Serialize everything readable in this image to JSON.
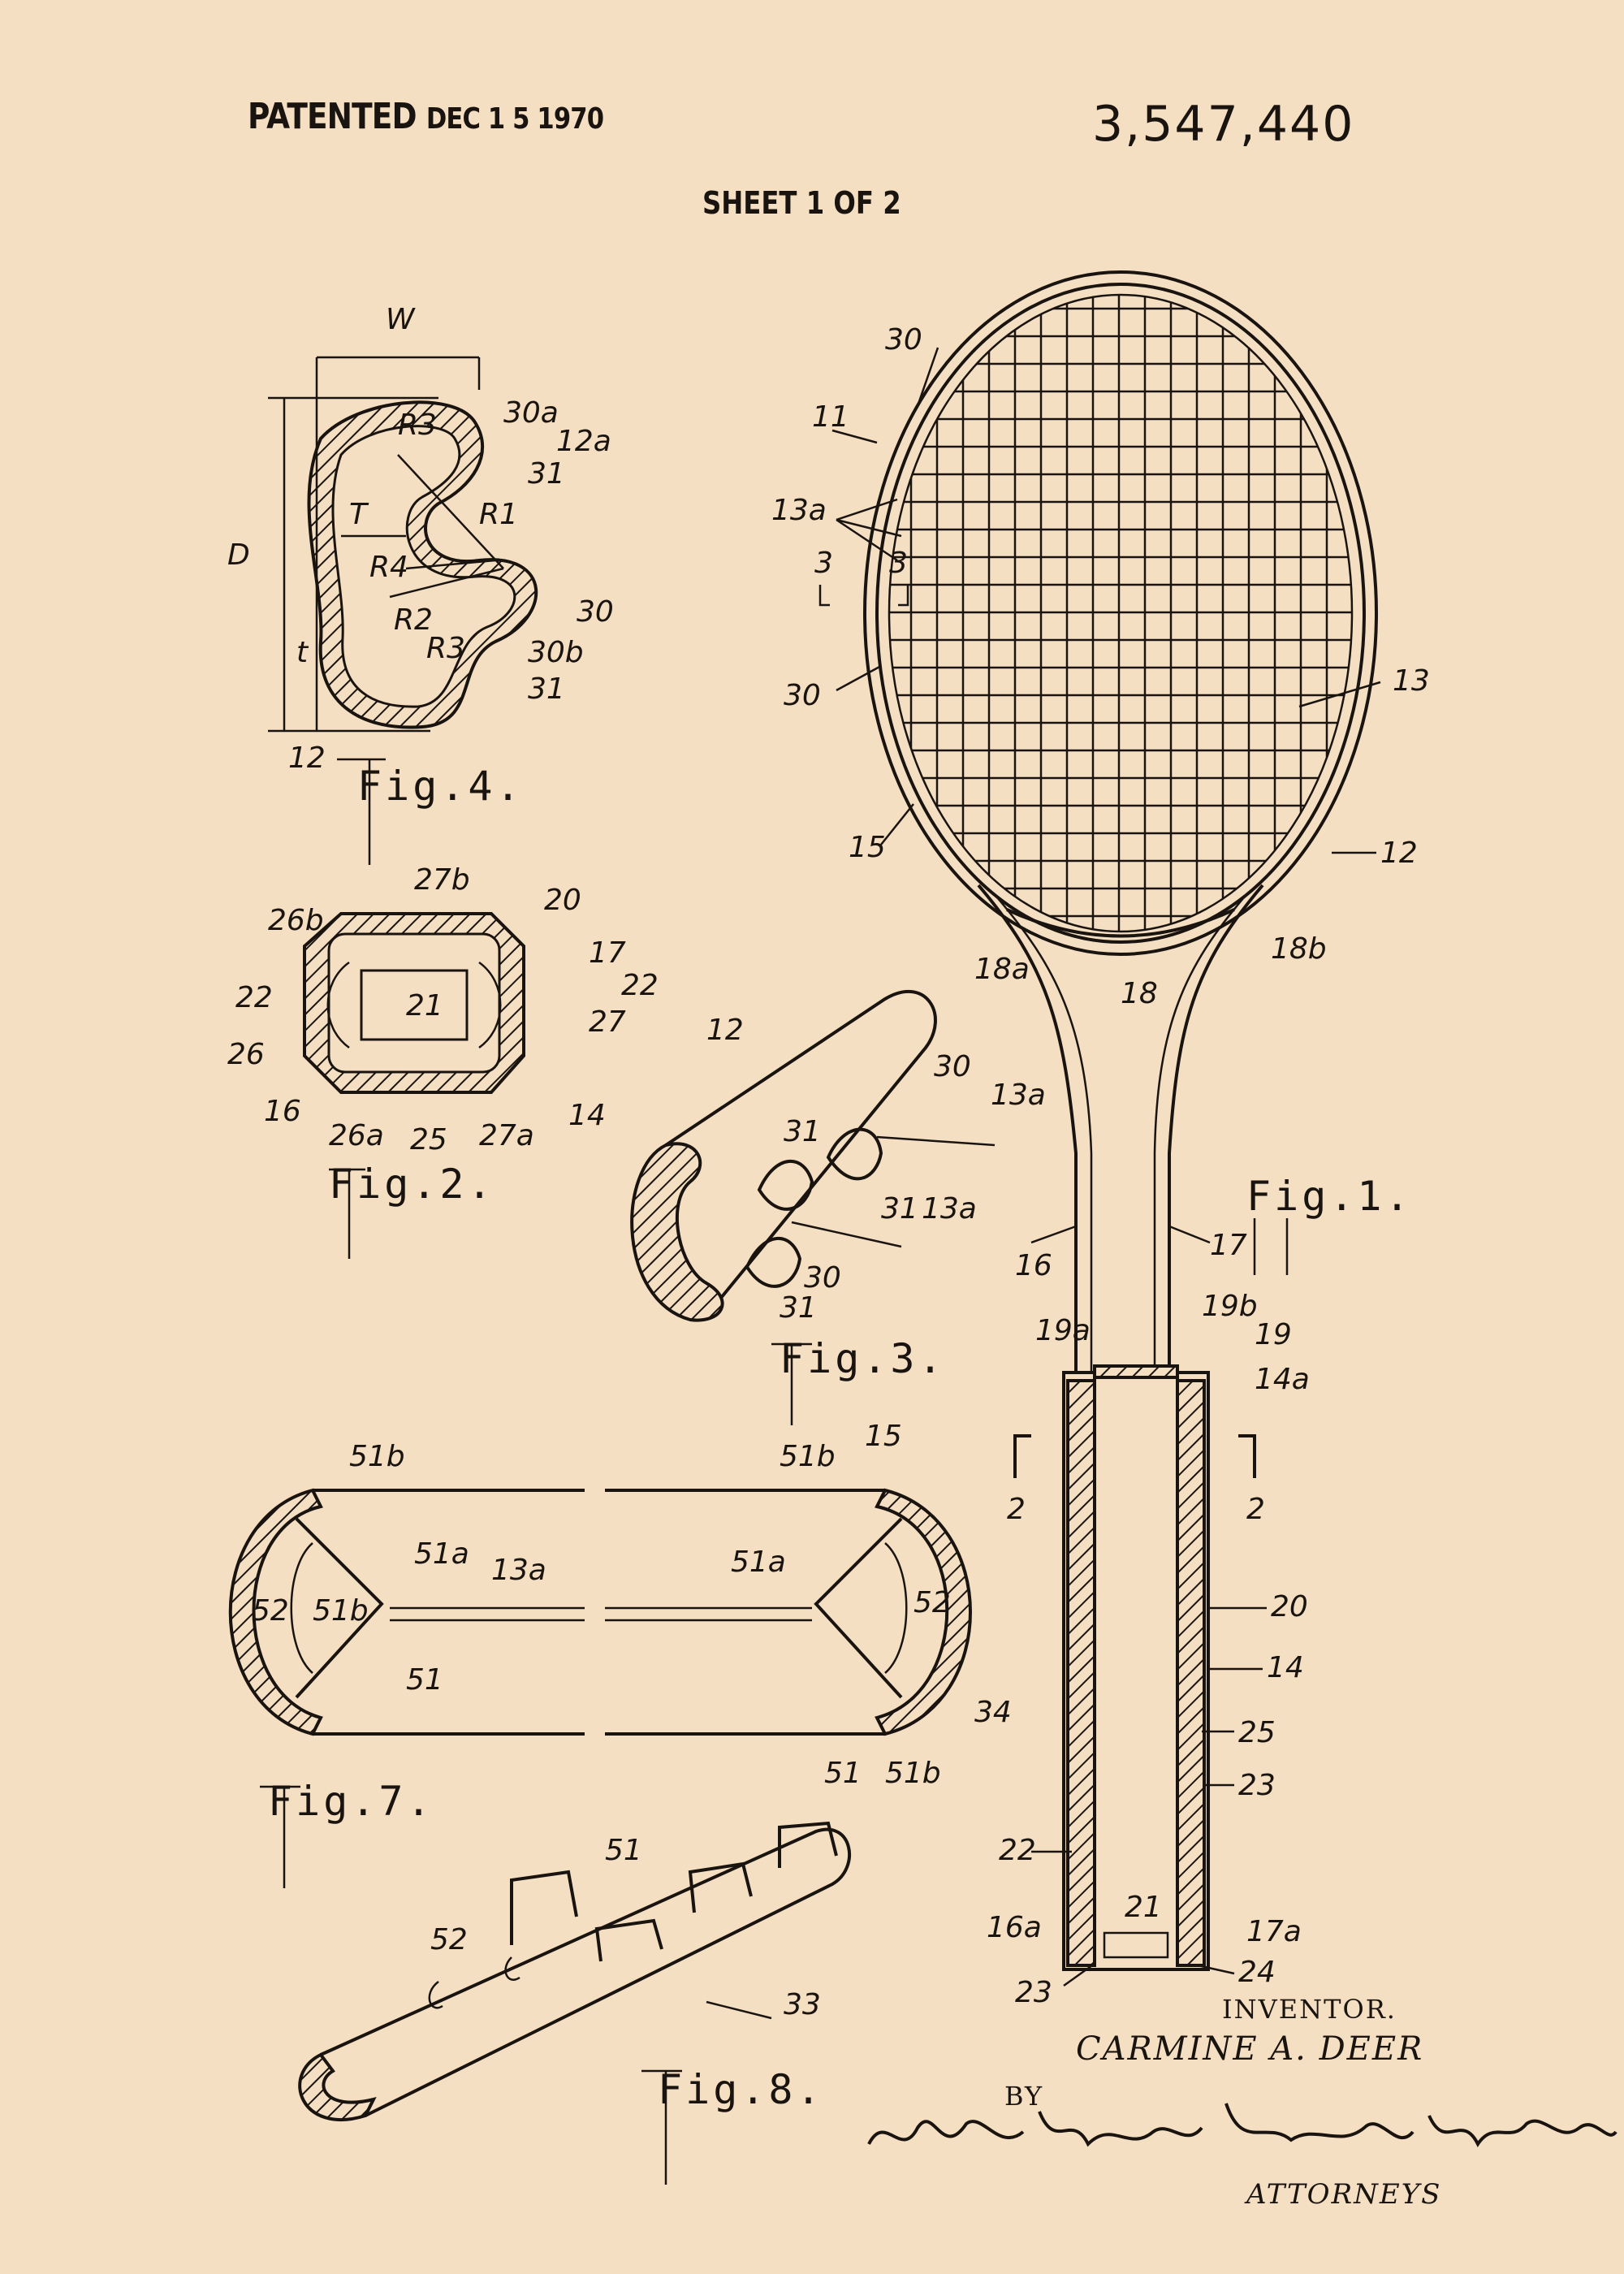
{
  "header": {
    "patented_stamp": "PATENTED",
    "patented_date": "DEC 1 5 1970",
    "patent_number": "3,547,440",
    "sheet": "SHEET 1 OF 2"
  },
  "figures": {
    "fig1": "Fig.1.",
    "fig2": "Fig.2.",
    "fig3": "Fig.3.",
    "fig4": "Fig.4.",
    "fig7": "Fig.7.",
    "fig8": "Fig.8."
  },
  "refs": {
    "fig1": [
      "11",
      "30",
      "13a",
      "3",
      "3",
      "30",
      "13",
      "15",
      "12",
      "18a",
      "18",
      "18b",
      "16",
      "17",
      "19a",
      "19b",
      "19",
      "14a",
      "2",
      "2",
      "20",
      "14",
      "25",
      "23",
      "22",
      "16a",
      "21",
      "17a",
      "23",
      "24"
    ],
    "fig2": [
      "26b",
      "27b",
      "20",
      "17",
      "22",
      "21",
      "22",
      "27",
      "26",
      "16",
      "26a",
      "25",
      "27a",
      "14"
    ],
    "fig3": [
      "12",
      "30",
      "13a",
      "31",
      "31",
      "13a",
      "30",
      "31"
    ],
    "fig4": [
      "W",
      "30a",
      "12a",
      "R3",
      "31",
      "T",
      "R1",
      "D",
      "R4",
      "30",
      "R2",
      "30b",
      "t",
      "R3",
      "31",
      "12"
    ],
    "fig7": [
      "51b",
      "51a",
      "13a",
      "52",
      "51b",
      "51",
      "51b",
      "15",
      "51a",
      "52",
      "34",
      "51",
      "51b"
    ],
    "fig8": [
      "51",
      "52",
      "33"
    ]
  },
  "signature_block": {
    "inventor_heading": "INVENTOR.",
    "inventor_name": "CARMINE A. DEER",
    "by": "BY",
    "attorney_signature": "Wood, McClellan, Brooks & Fitzpatrick",
    "attorneys_label": "ATTORNEYS"
  }
}
